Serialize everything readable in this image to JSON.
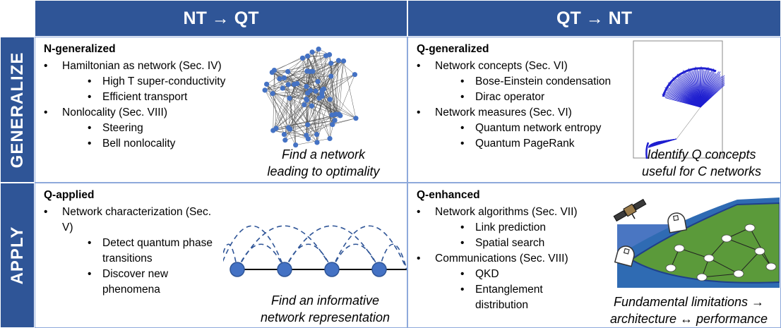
{
  "columns": {
    "left": "NT → QT",
    "right": "QT → NT"
  },
  "rows": {
    "top": "GENERALIZE",
    "bottom": "APPLY"
  },
  "cells": {
    "n_generalized": {
      "title": "N-generalized",
      "items": [
        {
          "label": "Hamiltonian as network (Sec. IV)",
          "sub": [
            "High T super-conductivity",
            "Efficient transport"
          ]
        },
        {
          "label": "Nonlocality (Sec. VIII)",
          "sub": [
            "Steering",
            "Bell nonlocality"
          ]
        }
      ],
      "caption": [
        "Find a network",
        "leading to optimality"
      ]
    },
    "q_generalized": {
      "title": "Q-generalized",
      "items": [
        {
          "label": "Network concepts (Sec. VI)",
          "sub": [
            "Bose-Einstein condensation",
            "Dirac operator"
          ]
        },
        {
          "label": "Network measures (Sec. VI)",
          "sub": [
            "Quantum network entropy",
            "Quantum PageRank"
          ]
        }
      ],
      "caption": [
        "Identify Q concepts",
        "useful for C networks"
      ]
    },
    "q_applied": {
      "title": "Q-applied",
      "items": [
        {
          "label": "Network characterization (Sec. V)",
          "sub": [
            "Detect quantum phase transitions",
            "Discover new phenomena"
          ]
        }
      ],
      "caption": [
        "Find an informative",
        "network representation"
      ]
    },
    "q_enhanced": {
      "title": "Q-enhanced",
      "items": [
        {
          "label": "Network algorithms (Sec. VII)",
          "sub": [
            "Link prediction",
            "Spatial search"
          ]
        },
        {
          "label": "Communications (Sec. VIII)",
          "sub": [
            "QKD",
            "Entanglement distribution"
          ]
        }
      ],
      "caption": [
        "Fundamental limitations →",
        "architecture ↔ performance"
      ]
    }
  },
  "colors": {
    "header": "#2f5597",
    "node": "#4472c4",
    "fan": "#1f1fd0",
    "land": "#5b9a3a",
    "sea": "#4a76c2"
  }
}
